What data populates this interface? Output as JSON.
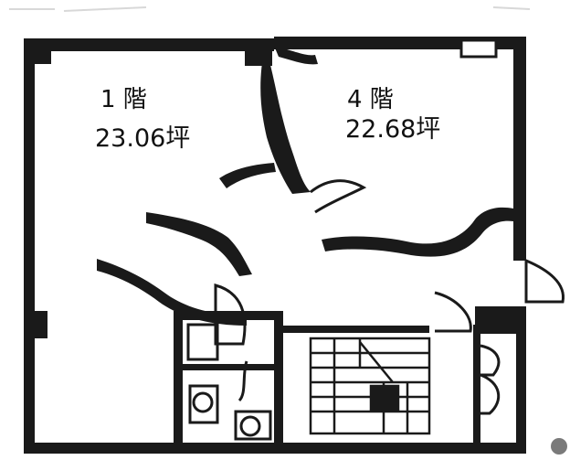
{
  "rooms": [
    {
      "floor": "1 階",
      "area": "23.06坪"
    },
    {
      "floor": "4 階",
      "area": "22.68坪"
    }
  ]
}
